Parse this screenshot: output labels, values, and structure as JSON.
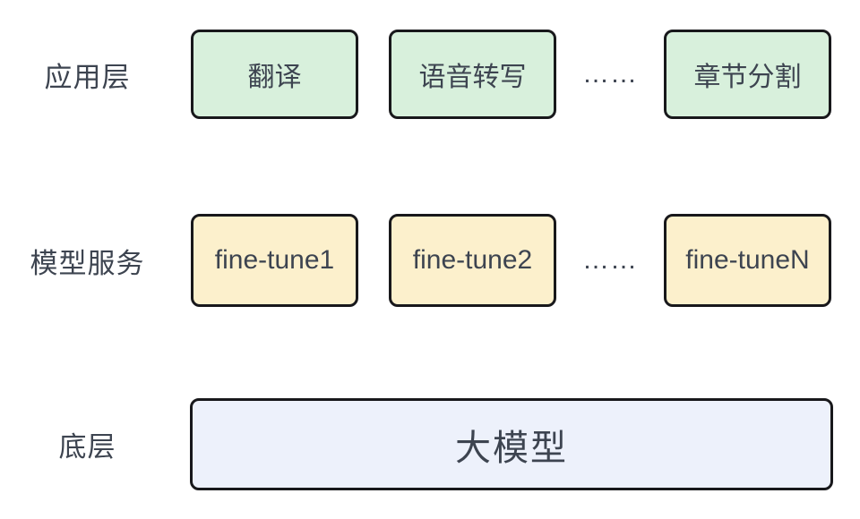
{
  "diagram": {
    "title_implicit": "",
    "rows": [
      {
        "label": "应用层",
        "boxes": [
          "翻译",
          "语音转写",
          "章节分割"
        ],
        "ellipsis": "……"
      },
      {
        "label": "模型服务",
        "boxes": [
          "fine-tune1",
          "fine-tune2",
          "fine-tuneN"
        ],
        "ellipsis": "……"
      },
      {
        "label": "底层",
        "boxes": [
          "大模型"
        ]
      }
    ],
    "colors": {
      "application_box_fill": "#d8f0dc",
      "model_box_fill": "#fcf0cc",
      "base_box_fill": "#edf1fb",
      "box_border": "#18181b",
      "text": "#3d4450",
      "background": "#ffffff"
    }
  }
}
